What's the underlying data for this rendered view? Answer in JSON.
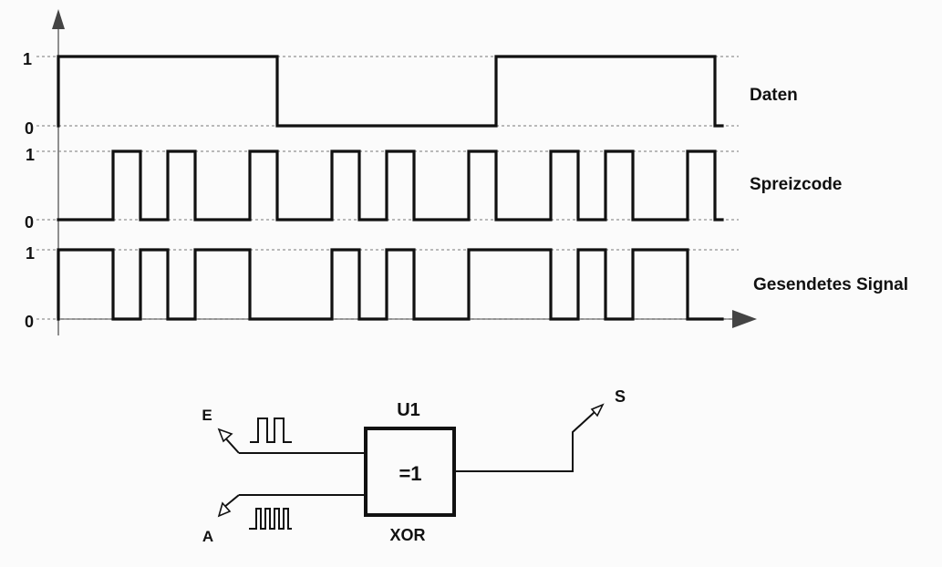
{
  "timing": {
    "signals": [
      {
        "name": "Daten",
        "high_label": "1",
        "low_label": "0",
        "bits": [
          1,
          1,
          1,
          1,
          1,
          1,
          1,
          1,
          0,
          0,
          0,
          0,
          0,
          0,
          0,
          0,
          1,
          1,
          1,
          1,
          1,
          1,
          1,
          1
        ]
      },
      {
        "name": "Spreizcode",
        "high_label": "1",
        "low_label": "0",
        "bits": [
          0,
          0,
          1,
          0,
          1,
          0,
          0,
          1,
          0,
          0,
          1,
          0,
          1,
          0,
          0,
          1,
          0,
          0,
          1,
          0,
          1,
          0,
          0,
          1
        ]
      },
      {
        "name": "Gesendetes Signal",
        "high_label": "1",
        "low_label": "0",
        "bits": [
          1,
          1,
          0,
          1,
          0,
          1,
          1,
          0,
          0,
          0,
          1,
          0,
          1,
          0,
          0,
          1,
          1,
          1,
          0,
          1,
          0,
          1,
          1,
          0
        ]
      }
    ]
  },
  "circuit": {
    "gate_name": "U1",
    "gate_function": "=1",
    "gate_type": "XOR",
    "inputs": [
      "E",
      "A"
    ],
    "output": "S"
  }
}
